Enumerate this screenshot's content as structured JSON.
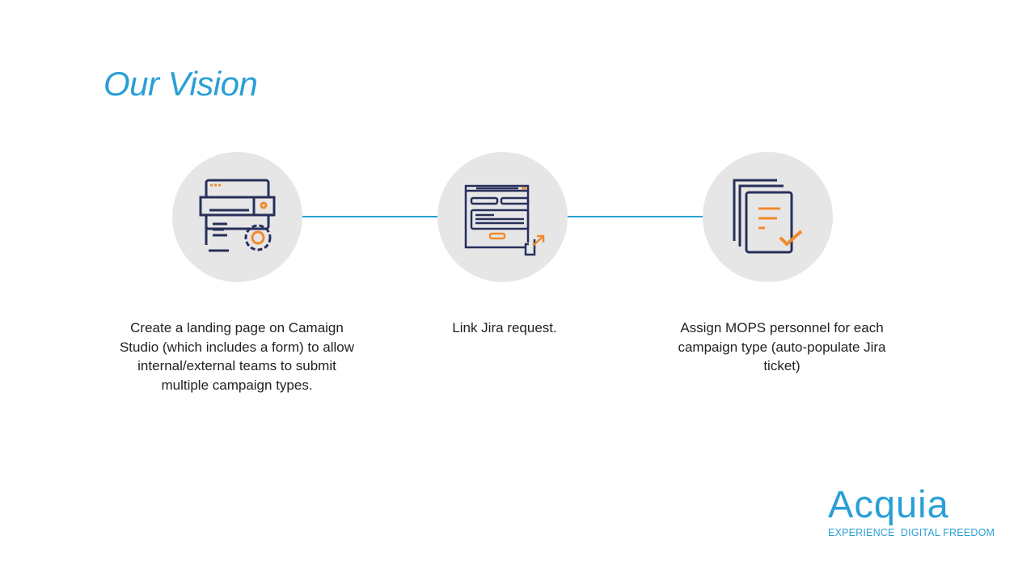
{
  "title": "Our Vision",
  "steps": [
    {
      "icon": "web-settings-icon",
      "text": "Create a landing page on Camaign Studio (which includes a form) to allow internal/external teams to submit multiple campaign types."
    },
    {
      "icon": "web-form-link-icon",
      "text": "Link Jira request."
    },
    {
      "icon": "documents-check-icon",
      "text": "Assign MOPS personnel for each campaign type (auto-populate Jira ticket)"
    }
  ],
  "logo": {
    "name": "Acquia",
    "tagline": "EXPERIENCE  DIGITAL FREEDOM"
  },
  "colors": {
    "accent": "#2a9fd6",
    "navy": "#27305a",
    "orange": "#f08a2c",
    "circle": "#e7e6e7"
  }
}
